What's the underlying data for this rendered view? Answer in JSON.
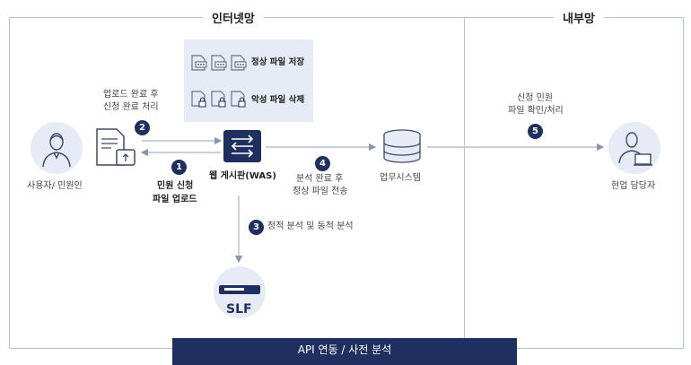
{
  "zones": {
    "internet": "인터넷망",
    "internal": "내부망"
  },
  "storage_box": {
    "normal_save": "정상 파일 저장",
    "malicious_delete": "악성 파일 삭제"
  },
  "steps": {
    "s1": {
      "num": "1",
      "line1": "민원 신청",
      "line2": "파일 업로드"
    },
    "s2": {
      "num": "2",
      "line1": "업로드 완료 후",
      "line2": "신청 완료 처리"
    },
    "s3": {
      "num": "3",
      "line1": "정적 분석 및 동적 분석"
    },
    "s4": {
      "num": "4",
      "line1": "분석 완료 후",
      "line2": "정상 파일 전송"
    },
    "s5": {
      "num": "5",
      "line1": "신청 민원",
      "line2": "파일 확인/처리"
    }
  },
  "nodes": {
    "user": "사용자/ 민원인",
    "was": "웹 게시판(WAS)",
    "business": "업무시스템",
    "officer": "현업 담당자",
    "slf": "SLF"
  },
  "bottom_bar": "API 연동 / 사전 분석",
  "colors": {
    "navy": "#1f2f5f",
    "light_blue": "#e6ebf5",
    "border": "#b9c3d6"
  }
}
